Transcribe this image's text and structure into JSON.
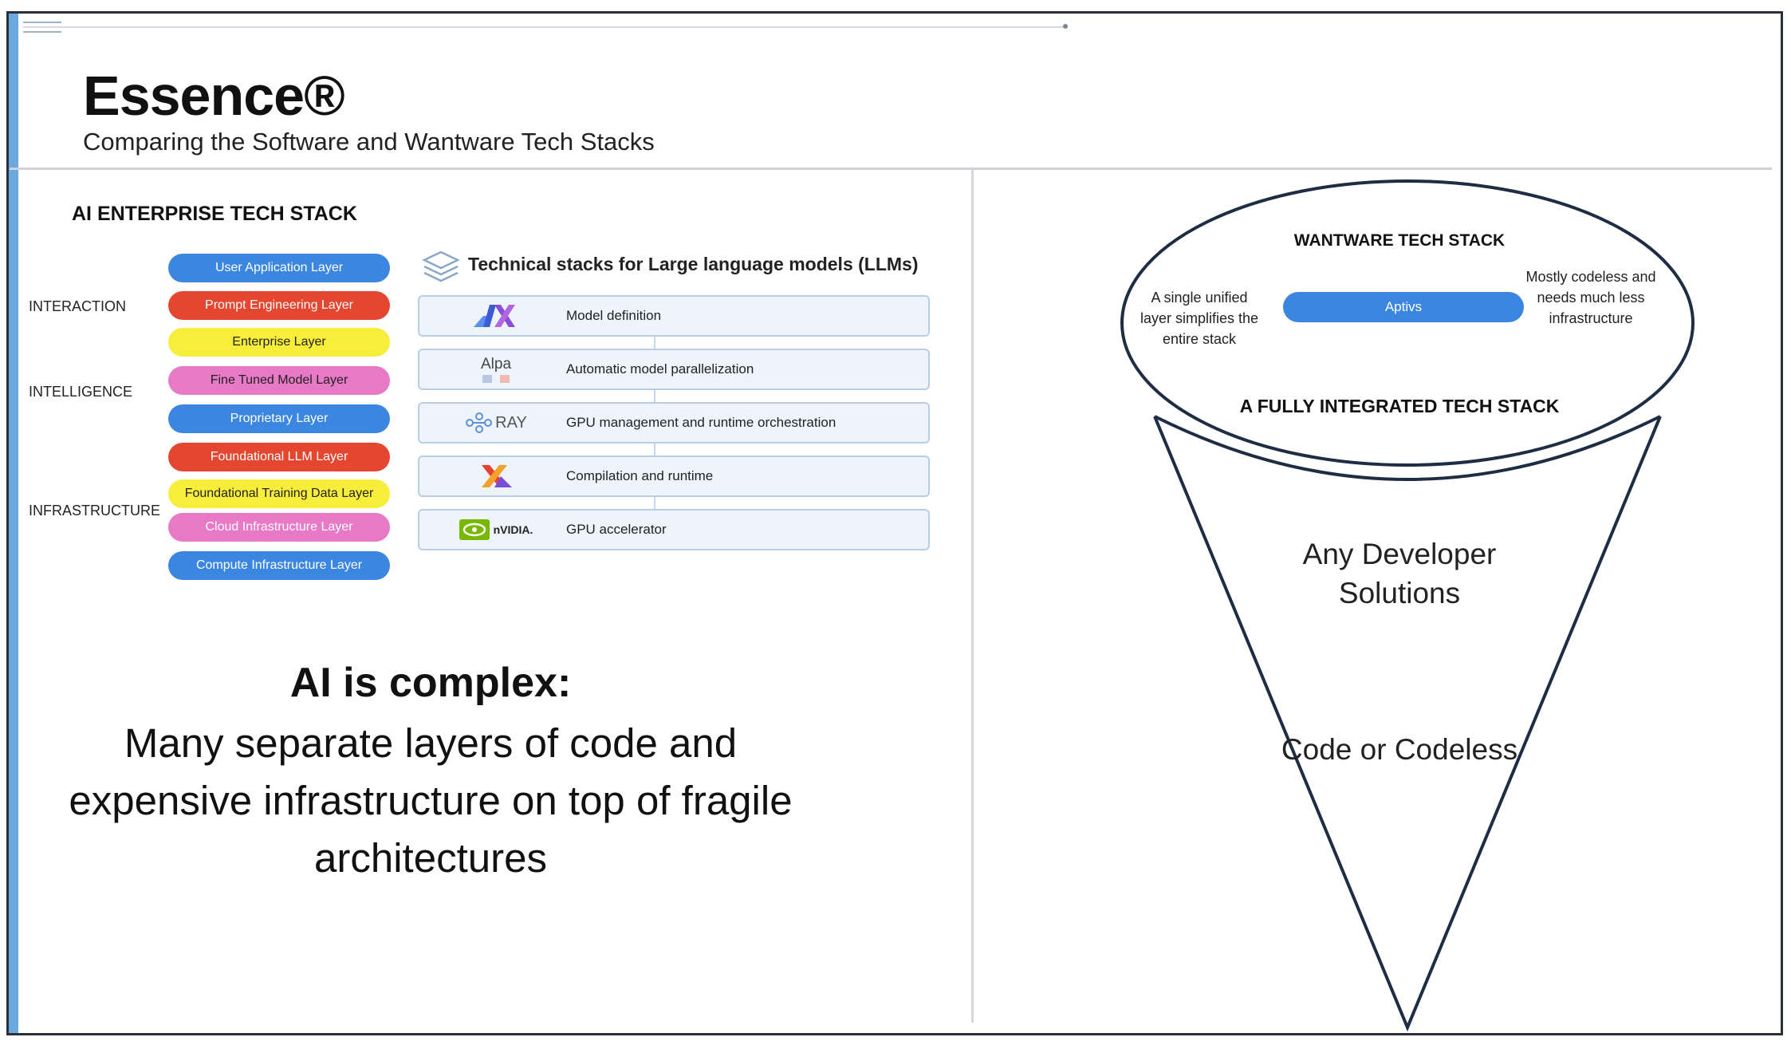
{
  "header": {
    "title": "Essence®",
    "subtitle": "Comparing the Software and Wantware Tech Stacks"
  },
  "ai_stack": {
    "title": "AI ENTERPRISE TECH STACK",
    "groups": [
      "INTERACTION",
      "INTELLIGENCE",
      "INFRASTRUCTURE"
    ],
    "layers": [
      {
        "label": "User Application Layer",
        "bg": "#3b86e0",
        "fg": "#ffffff"
      },
      {
        "label": "Prompt Engineering Layer",
        "bg": "#e5462f",
        "fg": "#ffffff"
      },
      {
        "label": "Enterprise Layer",
        "bg": "#f6ee3a",
        "fg": "#222222"
      },
      {
        "label": "Fine Tuned Model Layer",
        "bg": "#e779c6",
        "fg": "#222222"
      },
      {
        "label": "Proprietary Layer",
        "bg": "#3b86e0",
        "fg": "#ffffff"
      },
      {
        "label": "Foundational LLM Layer",
        "bg": "#e5462f",
        "fg": "#ffffff"
      },
      {
        "label": "Foundational Training Data Layer",
        "bg": "#f6ee3a",
        "fg": "#222222"
      },
      {
        "label": "Cloud Infrastructure Layer",
        "bg": "#e779c6",
        "fg": "#ffffff"
      },
      {
        "label": "Compute Infrastructure Layer",
        "bg": "#3b86e0",
        "fg": "#ffffff"
      }
    ]
  },
  "llm_stack": {
    "title": "Technical stacks for Large language models (LLMs)",
    "rows": [
      {
        "logo": "jax-logo",
        "label": "Model definition"
      },
      {
        "logo": "alpa-logo",
        "logo_text": "Alpa",
        "label": "Automatic model parallelization"
      },
      {
        "logo": "ray-logo",
        "logo_text": "RAY",
        "label": "GPU management and runtime orchestration"
      },
      {
        "logo": "xla-logo",
        "label": "Compilation and runtime"
      },
      {
        "logo": "nvidia-logo",
        "logo_text": "nVIDIA.",
        "label": "GPU accelerator"
      }
    ]
  },
  "left_message": {
    "headline": "AI is complex:",
    "body": "Many separate layers of code and expensive infrastructure on top of fragile architectures"
  },
  "wantware": {
    "title": "WANTWARE TECH STACK",
    "left_note": "A single unified layer simplifies the entire stack",
    "pill": "Aptivs",
    "right_note": "Mostly codeless and needs much less infrastructure",
    "subtitle": "A FULLY INTEGRATED TECH STACK",
    "funnel_text_1": "Any Developer Solutions",
    "funnel_text_2": "Code or Codeless"
  },
  "colors": {
    "accent_blue": "#3b86e0",
    "row_bg": "#eef4fc",
    "row_border": "#b9cde6"
  }
}
